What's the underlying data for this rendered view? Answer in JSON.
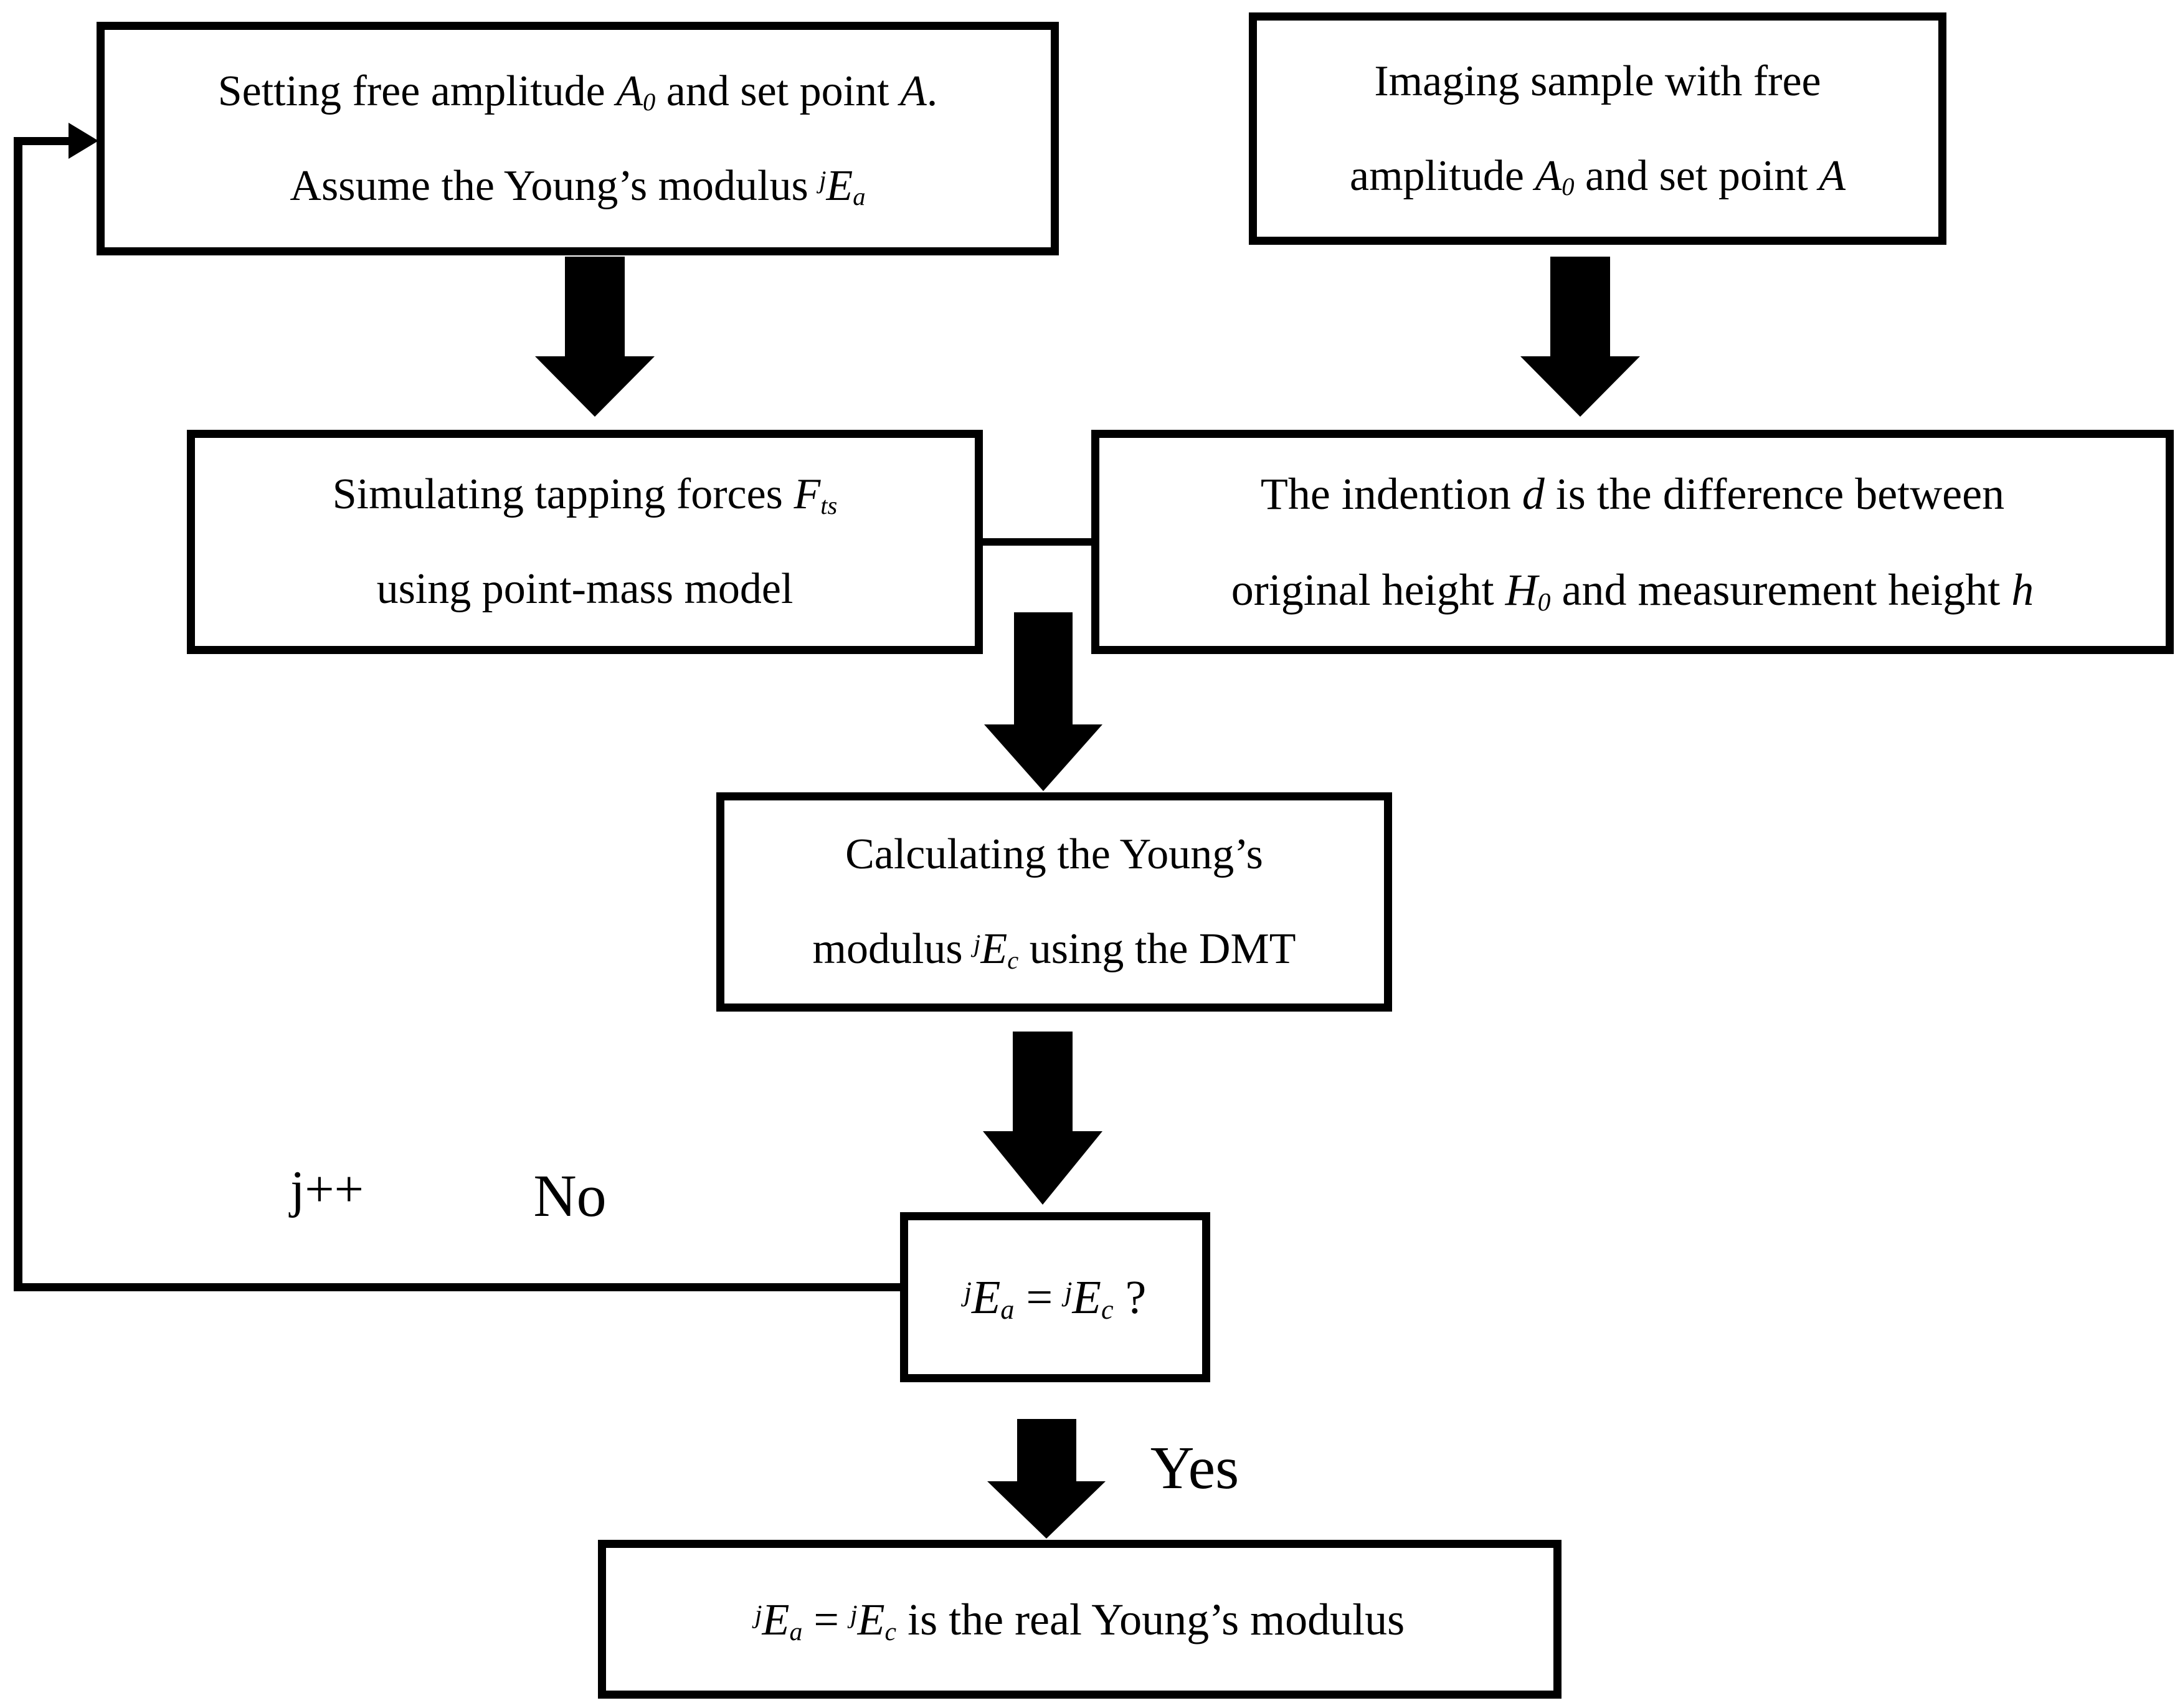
{
  "boxes": {
    "setting": {
      "lines": [
        [
          {
            "t": "Setting free amplitude "
          },
          {
            "t": "A",
            "s": "i"
          },
          {
            "t": "0",
            "s": "sub"
          },
          {
            "t": " and set point "
          },
          {
            "t": "A",
            "s": "i"
          },
          {
            "t": "."
          }
        ],
        [
          {
            "t": "Assume the Young’s modulus "
          },
          {
            "t": "j",
            "s": "sup"
          },
          {
            "t": "E",
            "s": "i"
          },
          {
            "t": "a",
            "s": "sub"
          }
        ]
      ]
    },
    "imaging": {
      "lines": [
        [
          {
            "t": "Imaging sample with free"
          }
        ],
        [
          {
            "t": "amplitude "
          },
          {
            "t": "A",
            "s": "i"
          },
          {
            "t": "0",
            "s": "sub"
          },
          {
            "t": " and set point "
          },
          {
            "t": "A",
            "s": "i"
          }
        ]
      ]
    },
    "simulating": {
      "lines": [
        [
          {
            "t": "Simulating tapping forces "
          },
          {
            "t": "F",
            "s": "i"
          },
          {
            "t": "ts",
            "s": "sub"
          }
        ],
        [
          {
            "t": "using point-mass model"
          }
        ]
      ]
    },
    "indention": {
      "lines": [
        [
          {
            "t": "The indention "
          },
          {
            "t": "d",
            "s": "i"
          },
          {
            "t": " is the difference between"
          }
        ],
        [
          {
            "t": "original height "
          },
          {
            "t": "H",
            "s": "i"
          },
          {
            "t": "0",
            "s": "sub"
          },
          {
            "t": " and measurement height "
          },
          {
            "t": "h",
            "s": "i"
          }
        ]
      ]
    },
    "calculating": {
      "lines": [
        [
          {
            "t": "Calculating the Young’s"
          }
        ],
        [
          {
            "t": "modulus "
          },
          {
            "t": "j",
            "s": "sup"
          },
          {
            "t": "E",
            "s": "i"
          },
          {
            "t": "c",
            "s": "sub"
          },
          {
            "t": " using the DMT"
          }
        ]
      ]
    },
    "decision": {
      "lines": [
        [
          {
            "t": "j",
            "s": "sup"
          },
          {
            "t": "E",
            "s": "i"
          },
          {
            "t": "a",
            "s": "sub"
          },
          {
            "t": " = "
          },
          {
            "t": "j",
            "s": "sup"
          },
          {
            "t": "E",
            "s": "i"
          },
          {
            "t": "c",
            "s": "sub"
          },
          {
            "t": " ?"
          }
        ]
      ]
    },
    "result": {
      "lines": [
        [
          {
            "t": "j",
            "s": "sup"
          },
          {
            "t": "E",
            "s": "i"
          },
          {
            "t": "a",
            "s": "sub"
          },
          {
            "t": " = "
          },
          {
            "t": "j",
            "s": "sup"
          },
          {
            "t": "E",
            "s": "i"
          },
          {
            "t": "c",
            "s": "sub"
          },
          {
            "t": " is the real Young’s modulus"
          }
        ]
      ]
    }
  },
  "labels": {
    "j_increment": "j++",
    "no": "No",
    "yes": "Yes"
  },
  "colors": {
    "line": "#000000",
    "background": "#ffffff"
  }
}
